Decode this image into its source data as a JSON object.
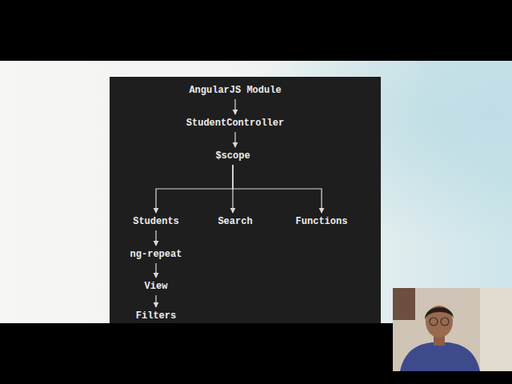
{
  "diagram": {
    "nodes": [
      {
        "text": [
          "AngularJS Module"
        ]
      },
      {
        "text": [
          "StudentController"
        ]
      },
      {
        "text": [
          "$scope"
        ]
      },
      {
        "text": [
          "Students"
        ]
      },
      {
        "text": [
          "Search"
        ]
      },
      {
        "text": [
          "Functions"
        ]
      },
      {
        "text": [
          "ng-repeat"
        ]
      },
      {
        "text": [
          "View"
        ]
      },
      {
        "text": [
          "Filters"
        ]
      }
    ],
    "edges": [
      {
        "from": 0,
        "to": 1,
        "arrow": "to"
      },
      {
        "from": 1,
        "to": 2,
        "arrow": "to"
      },
      {
        "from": 2,
        "to": 3,
        "arrow": "to"
      },
      {
        "from": 2,
        "to": 4,
        "arrow": "to"
      },
      {
        "from": 2,
        "to": 5,
        "arrow": "to"
      },
      {
        "from": 3,
        "to": 6,
        "arrow": "to"
      },
      {
        "from": 6,
        "to": 7,
        "arrow": "to"
      },
      {
        "from": 7,
        "to": 8,
        "arrow": "to"
      }
    ]
  }
}
